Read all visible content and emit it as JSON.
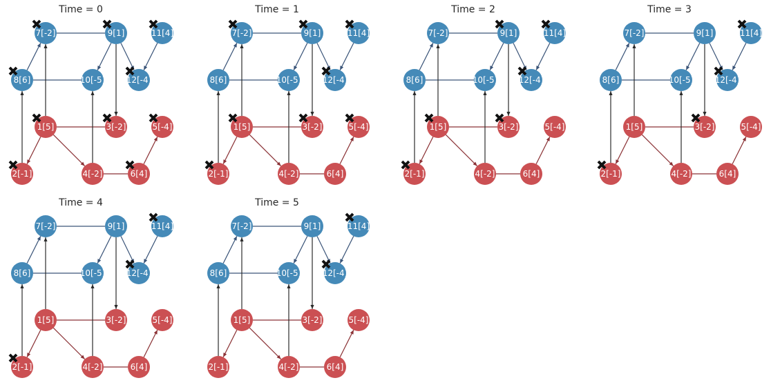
{
  "colors": {
    "blue_node": "#3b84b4",
    "blue_edge": "#3a5478",
    "red_node": "#c8474a",
    "red_edge": "#8b3236",
    "cross_edge": "#2a2a2a",
    "marker": "#111111"
  },
  "nodes": [
    {
      "id": 1,
      "label": "1[5]",
      "group": "red"
    },
    {
      "id": 2,
      "label": "2[-1]",
      "group": "red"
    },
    {
      "id": 3,
      "label": "3[-2]",
      "group": "red"
    },
    {
      "id": 4,
      "label": "4[-2]",
      "group": "red"
    },
    {
      "id": 5,
      "label": "5[-4]",
      "group": "red"
    },
    {
      "id": 6,
      "label": "6[4]",
      "group": "red"
    },
    {
      "id": 7,
      "label": "7[-2]",
      "group": "blue"
    },
    {
      "id": 8,
      "label": "8[6]",
      "group": "blue"
    },
    {
      "id": 9,
      "label": "9[1]",
      "group": "blue"
    },
    {
      "id": 10,
      "label": "10[-5]",
      "group": "blue"
    },
    {
      "id": 11,
      "label": "11[4]",
      "group": "blue"
    },
    {
      "id": 12,
      "label": "12[-4]",
      "group": "blue"
    }
  ],
  "edges": [
    {
      "from": 7,
      "to": 9,
      "kind": "blue",
      "arrow": false
    },
    {
      "from": 8,
      "to": 10,
      "kind": "blue",
      "arrow": false
    },
    {
      "from": 8,
      "to": 7,
      "kind": "blue",
      "arrow": true
    },
    {
      "from": 9,
      "to": 10,
      "kind": "blue",
      "arrow": true
    },
    {
      "from": 9,
      "to": 12,
      "kind": "blue",
      "arrow": true
    },
    {
      "from": 11,
      "to": 12,
      "kind": "blue",
      "arrow": true
    },
    {
      "from": 1,
      "to": 3,
      "kind": "red",
      "arrow": false
    },
    {
      "from": 4,
      "to": 6,
      "kind": "red",
      "arrow": false
    },
    {
      "from": 1,
      "to": 2,
      "kind": "red",
      "arrow": true
    },
    {
      "from": 1,
      "to": 4,
      "kind": "red",
      "arrow": true
    },
    {
      "from": 6,
      "to": 5,
      "kind": "red",
      "arrow": true
    },
    {
      "from": 2,
      "to": 8,
      "kind": "cross",
      "arrow": true
    },
    {
      "from": 1,
      "to": 7,
      "kind": "cross",
      "arrow": true
    },
    {
      "from": 4,
      "to": 10,
      "kind": "cross",
      "arrow": true
    },
    {
      "from": 9,
      "to": 3,
      "kind": "cross",
      "arrow": true
    }
  ],
  "panels": [
    {
      "title": "Time = 0",
      "marked": [
        1,
        2,
        3,
        5,
        6,
        7,
        8,
        9,
        11,
        12
      ]
    },
    {
      "title": "Time = 1",
      "marked": [
        1,
        2,
        3,
        5,
        7,
        9,
        11,
        12
      ]
    },
    {
      "title": "Time = 2",
      "marked": [
        1,
        2,
        3,
        9,
        11,
        12
      ]
    },
    {
      "title": "Time = 3",
      "marked": [
        2,
        3,
        11,
        12
      ]
    },
    {
      "title": "Time = 4",
      "marked": [
        2,
        11,
        12
      ]
    },
    {
      "title": "Time = 5",
      "marked": [
        11,
        12
      ]
    }
  ]
}
